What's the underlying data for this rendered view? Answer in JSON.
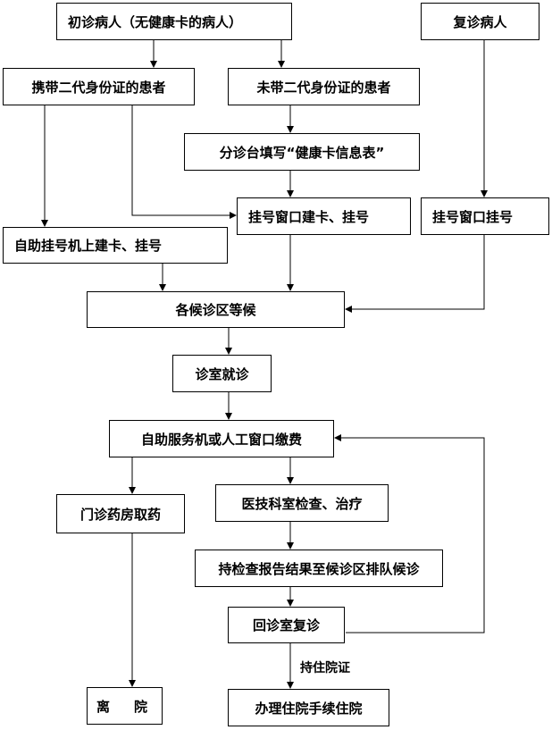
{
  "nodes": {
    "first_visit": "初诊病人（无健康卡的病人）",
    "return_visit": "复诊病人",
    "with_id": "携带二代身份证的患者",
    "without_id": "未带二代身份证的患者",
    "fill_form": "分诊台填写“健康卡信息表”",
    "window_card": "挂号窗口建卡、挂号",
    "window_register": "挂号窗口挂号",
    "self_service": "自助挂号机上建卡、挂号",
    "wait": "各候诊区等候",
    "consult": "诊室就诊",
    "pay": "自助服务机或人工窗口缴费",
    "pharmacy": "门诊药房取药",
    "exam": "医技科室检查、治疗",
    "report_queue": "持检查报告结果至候诊区排队候诊",
    "revisit": "回诊室复诊",
    "leave": "离　院",
    "admission": "办理住院手续住院"
  },
  "edge_labels": {
    "admission_note": "持住院证"
  }
}
